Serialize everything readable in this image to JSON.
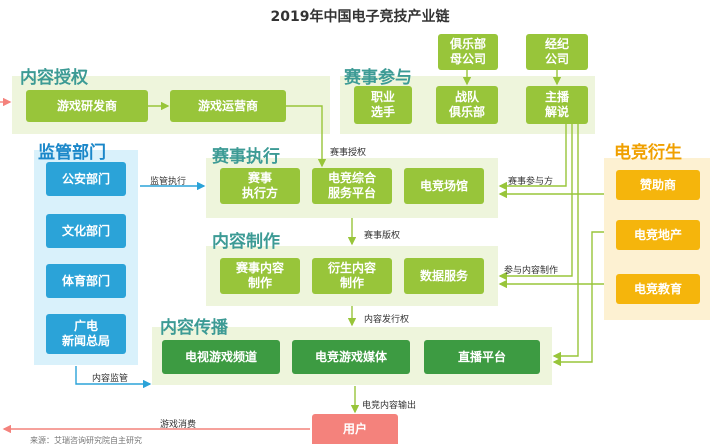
{
  "title": "2019年中国电子竞技产业链",
  "panels": {
    "content_license": "内容授权",
    "event_participation": "赛事参与",
    "regulation": "监管部门",
    "event_execution": "赛事执行",
    "content_production": "内容制作",
    "content_distribution": "内容传播",
    "derivatives": "电竞衍生"
  },
  "boxes": {
    "game_developer": "游戏研发商",
    "game_operator": "游戏运营商",
    "pro_player": "职业\n选手",
    "team_club": "战队\n俱乐部",
    "host_commentator": "主播\n解说",
    "club_parent": "俱乐部\n母公司",
    "agency": "经纪\n公司",
    "public_security": "公安部门",
    "culture_dept": "文化部门",
    "sports_dept": "体育部门",
    "sarft": "广电\n新闻总局",
    "event_organizer": "赛事\n执行方",
    "service_platform": "电竞综合\n服务平台",
    "venue": "电竞场馆",
    "event_content": "赛事内容\n制作",
    "derivative_content": "衍生内容\n制作",
    "data_service": "数据服务",
    "tv_channel": "电视游戏频道",
    "game_media": "电竞游戏媒体",
    "live_platform": "直播平台",
    "sponsor": "赞助商",
    "real_estate": "电竞地产",
    "education": "电竞教育",
    "users": "用户"
  },
  "labels": {
    "event_license": "赛事授权",
    "supervise_execution": "监管执行",
    "event_party": "赛事参与方",
    "copyright": "赛事版权",
    "join_production": "参与内容制作",
    "distribution_right": "内容发行权",
    "content_supervision": "内容监管",
    "content_output": "电竞内容输出",
    "game_consumption": "游戏消费"
  },
  "source": "来源：艾瑞咨询研究院自主研究",
  "colors": {
    "light_green": "#98c53a",
    "dark_green": "#3d9b42",
    "blue": "#2ba3d8",
    "yellow": "#f5b50c",
    "pink": "#f4827c",
    "teal_title": "#3d9b95"
  }
}
